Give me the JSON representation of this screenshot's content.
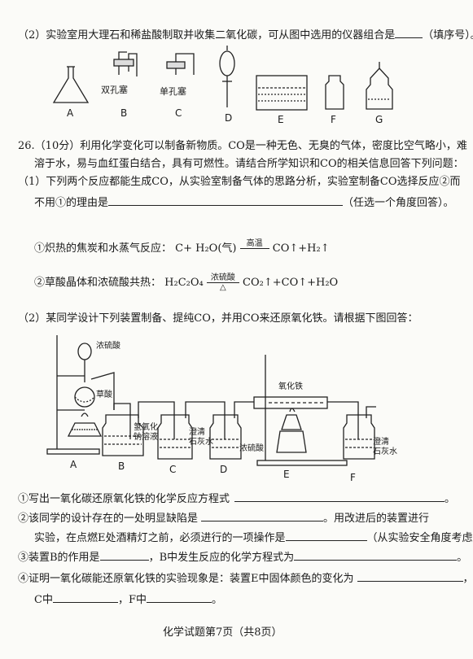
{
  "q25_2": {
    "text": "（2）实验室用大理石和稀盐酸制取并收集二氧化碳，可从图中选用的仪器组合是",
    "tail": "（填序号）。",
    "apparatus": [
      {
        "letter": "A",
        "label": ""
      },
      {
        "letter": "B",
        "label": "双孔塞"
      },
      {
        "letter": "C",
        "label": "单孔塞"
      },
      {
        "letter": "D",
        "label": ""
      },
      {
        "letter": "E",
        "label": ""
      },
      {
        "letter": "F",
        "label": ""
      },
      {
        "letter": "G",
        "label": ""
      }
    ]
  },
  "q26": {
    "line1": "26.（10分）利用化学变化可以制备新物质。CO是一种无色、无臭的气体，密度比空气略小，难",
    "line2": "溶于水，易与血红蛋白结合，具有可燃性。请结合所学知识和CO的相关信息回答下列问题：",
    "p1_line1": "（1）下列两个反应都能生成CO，从实验室制备气体的思路分析，实验室制备CO选择反应②而",
    "p1_line2_a": "不用①的理由是",
    "p1_line2_b": "（任选一个角度回答）。",
    "r1_label": "①炽热的焦炭和水蒸气反应：",
    "r1_lhs": "C+ H₂O(气)",
    "r1_cond_top": "高温",
    "r1_rhs": "CO↑+H₂↑",
    "r2_label": "②草酸晶体和浓硫酸共热：",
    "r2_lhs": "H₂C₂O₄",
    "r2_cond_top": "浓硫酸",
    "r2_cond_bottom": "△",
    "r2_rhs": "CO₂↑+CO↑+H₂O",
    "p2_line": "（2）某同学设计下列装置制备、提纯CO，并用CO来还原氧化铁。请根据下图回答：",
    "diagram": {
      "conc_acid_top": "浓硫酸",
      "oxalic": "草酸",
      "naoh": "氢氧化\n钠溶液",
      "limewater": "澄清\n石灰水",
      "conc_acid": "浓硫酸",
      "iron_oxide": "氧化铁",
      "limewater2": "澄清\n石灰水",
      "letters": [
        "A",
        "B",
        "C",
        "D",
        "E",
        "F"
      ]
    },
    "s1": "①写出一氧化碳还原氧化铁的化学反应方程式",
    "s2a": "②该同学的设计存在的一处明显缺陷是",
    "s2b": "。用改进后的装置进行",
    "s3a": "实验，在点燃E处酒精灯之前，必须进行的一项操作是",
    "s3b": "（从实验安全角度考虑）。",
    "s4a": "③装置B的作用是",
    "s4b": "，B中发生反应的化学方程式为",
    "s5": "④证明一氧化碳能还原氧化铁的实验现象是：装置E中固体颜色的变化为",
    "s6a": "C中",
    "s6b": "，F中",
    "footer": "化学试题第7页（共8页）"
  }
}
